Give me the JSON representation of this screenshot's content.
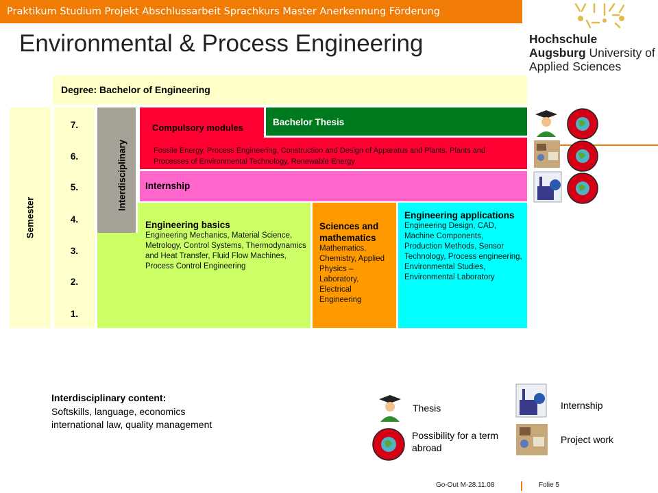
{
  "header": {
    "nav_text": "Praktikum Studium Projekt Abschlussarbeit Sprachkurs Master Anerkennung Förderung",
    "title": "Environmental & Process Engineering"
  },
  "logo": {
    "line1": "Hochschule",
    "line2_bold": "Augsburg",
    "line2_rest": " University of",
    "line3": "Applied Sciences"
  },
  "degree": "Degree: Bachelor of Engineering",
  "semester_label": "Semester",
  "semesters": [
    "7.",
    "6.",
    "5.",
    "4.",
    "3.",
    "2.",
    "1."
  ],
  "interdisciplinary_label": "Interdisciplinary",
  "compulsory": {
    "title": "Compulsory modules",
    "description": "Fossile Energy, Process Engineering, Construction and Design of Apparatus and Plants, Plants and Processes of Environmental Technology, Renewable Energy"
  },
  "thesis_bar": "Bachelor Thesis",
  "internship_bar": "Internship",
  "blocks": {
    "engineering_basics": {
      "title": "Engineering basics",
      "description": "Engineering Mechanics, Material Science, Metrology, Control Systems, Thermodynamics and Heat Transfer, Fluid Flow Machines, Process Control Engineering"
    },
    "sciences": {
      "title": "Sciences and mathematics",
      "description": "Mathematics, Chemistry, Applied Physics – Laboratory, Electrical Engineering"
    },
    "applications": {
      "title": "Engineering applications",
      "description": "Engineering Design, CAD, Machine Components, Production Methods, Sensor Technology, Process engineering, Environmental Studies, Environmental Laboratory"
    }
  },
  "legend": {
    "interdisciplinary_title": "Interdisciplinary content:",
    "interdisciplinary_text": "Softskills, language, economics international law, quality management",
    "thesis": "Thesis",
    "abroad": "Possibility for a term abroad",
    "internship": "Internship",
    "project": "Project work"
  },
  "footer": {
    "code": "Go-Out M-28.11.08",
    "page": "Folie 5"
  },
  "colors": {
    "accent_orange": "#f07b05",
    "compulsory_red": "#ff0033",
    "thesis_green": "#007a1f",
    "internship_pink": "#ff66cc",
    "basics_green": "#ccff66",
    "sciences_orange": "#ff9900",
    "applications_cyan": "#00ffff",
    "interdisciplinary_grey": "#a6a197",
    "degree_yellow": "#ffffc8"
  }
}
